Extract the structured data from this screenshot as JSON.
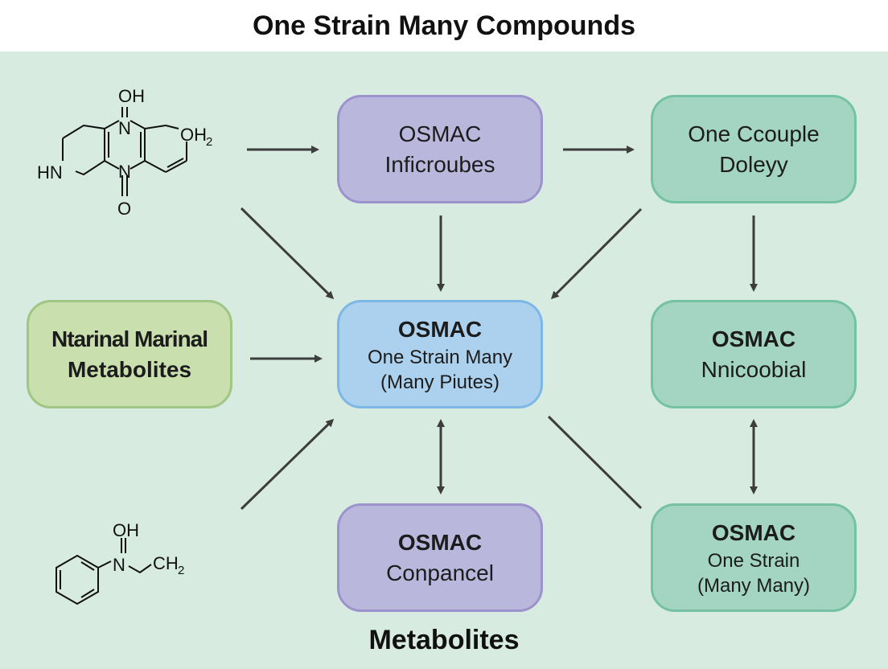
{
  "title": "One Strain Many Compounds",
  "footer": "Metabolites",
  "boxes": {
    "top_middle": {
      "line1": "OSMAC",
      "line2": "Inficroubes"
    },
    "top_right": {
      "line1": "One Ccouple",
      "line2": "Doleyy"
    },
    "left_middle": {
      "line1": "Ntarinal Marinal",
      "line2": "Metabolites"
    },
    "center": {
      "line1": "OSMAC",
      "line2": "One Strain Many",
      "line3": "(Many Piutes)"
    },
    "right_middle": {
      "line1": "OSMAC",
      "line2": "Nnicoobial"
    },
    "bottom_middle": {
      "line1": "OSMAC",
      "line2": "Conpancel"
    },
    "bottom_right": {
      "line1": "OSMAC",
      "line2": "One Strain",
      "line3": "(Many Many)"
    }
  },
  "structures": {
    "top_left": {
      "oh_top": "OH",
      "n_top": "N",
      "o_bottom": "O",
      "n_bottom": "N",
      "hn": "HN",
      "oh2": "OH",
      "oh2_sub": "2"
    },
    "bottom_left": {
      "oh": "OH",
      "n": "N",
      "ch2": "CH",
      "ch2_sub": "2"
    }
  },
  "colors": {
    "panel": "#d8ebe1",
    "purple": "#b9b8dc",
    "teal": "#a3d5c2",
    "green": "#c9dfae",
    "blue": "#acd1ee",
    "arrow": "#3d3d3d"
  }
}
